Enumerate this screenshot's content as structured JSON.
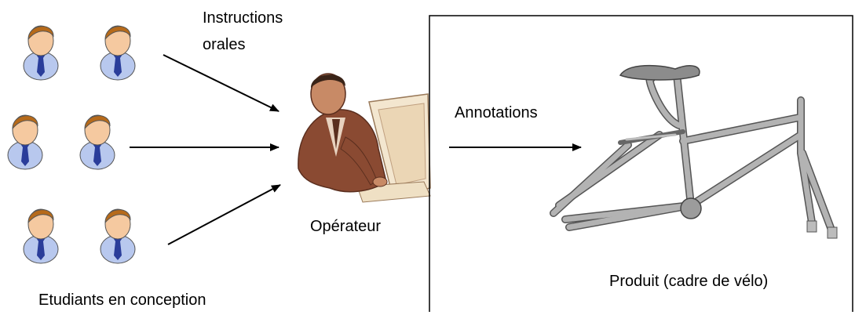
{
  "labels": {
    "instructions_line1": "Instructions",
    "instructions_line2": "orales",
    "operator": "Opérateur",
    "annotations": "Annotations",
    "students": "Etudiants en conception",
    "product": "Produit (cadre de vélo)"
  },
  "colors": {
    "face": "#f5c9a0",
    "hair": "#b66a1a",
    "shirt": "#b8c8ee",
    "tie": "#2a3d9a",
    "operator_skin": "#c88a66",
    "operator_suit": "#8a4a32",
    "frame_metal": "#a9a9a9"
  }
}
